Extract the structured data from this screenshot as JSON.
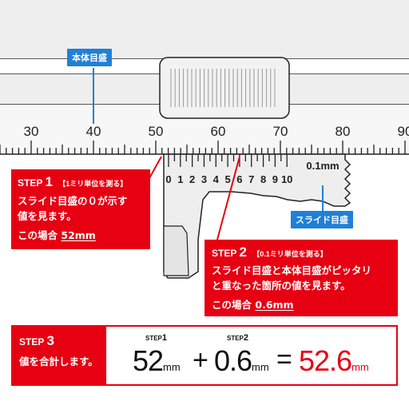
{
  "main_scale": {
    "labels": [
      "30",
      "40",
      "50",
      "60",
      "70",
      "80",
      "90"
    ]
  },
  "vernier_scale": {
    "labels": [
      "0",
      "1",
      "2",
      "3",
      "4",
      "5",
      "6",
      "7",
      "8",
      "9",
      "10"
    ],
    "unit_label": "0.1mm"
  },
  "tags": {
    "main_scale": "本体目盛",
    "slide_scale": "スライド目盛"
  },
  "step1": {
    "label": "STEP",
    "number": "1",
    "subtitle": "【1ミリ単位を測る】",
    "line1": "スライド目盛の０が示す",
    "line2": "値を見ます。",
    "example_prefix": "この場合",
    "example_value": "52mm"
  },
  "step2": {
    "label": "STEP",
    "number": "2",
    "subtitle": "【0.1ミリ単位を測る】",
    "line1": "スライド目盛と本体目盛がピッタリ",
    "line2": "と重なった箇所の値を見ます。",
    "example_prefix": "この場合",
    "example_value": "0.6mm"
  },
  "step3": {
    "label": "STEP",
    "number": "3",
    "line1": "値を合計します。",
    "term1_label": "STEP",
    "term1_step": "1",
    "term1_value": "52",
    "term1_unit": "mm",
    "plus": "+",
    "term2_label": "STEP",
    "term2_step": "2",
    "term2_value": "0.6",
    "term2_unit": "mm",
    "equals": "=",
    "result_value": "52.6",
    "result_unit": "mm"
  },
  "colors": {
    "accent_red": "#e60012",
    "tag_blue": "#1f80d8",
    "caliper_gray": "#eeeeee"
  }
}
